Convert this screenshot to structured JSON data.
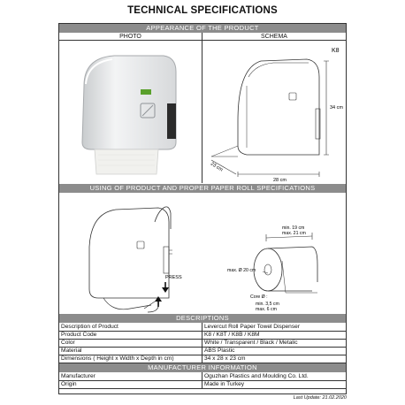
{
  "title": "TECHNICAL SPECIFICATIONS",
  "sections": {
    "appearance": "APPEARANCE OF THE PRODUCT",
    "photo": "PHOTO",
    "schema": "SCHEMA",
    "usage": "USING OF PRODUCT AND PROPER PAPER ROLL SPECIFICATIONS",
    "descriptions": "DESCRIPTIONS",
    "manufacturer_info": "MANUFACTURER INFORMATION"
  },
  "schema": {
    "model": "K8",
    "height": "34 cm",
    "depth": "23 cm",
    "width": "28 cm"
  },
  "usage": {
    "press": "PRESS",
    "min_width": "min. 19 cm",
    "max_width": "max. 21 cm",
    "max_diameter": "max. Ø 20 cm",
    "core": "Core Ø :",
    "core_min": "min. 3,5 cm",
    "core_max": "max. 6 cm"
  },
  "descriptions": [
    {
      "label": "Description of Product",
      "value": "Levercut Roll Paper Towel Dispenser"
    },
    {
      "label": "Product Code",
      "value": "K8 / K8T / K8B / K8M"
    },
    {
      "label": "Color",
      "value": "White / Transparent / Black / Metalic"
    },
    {
      "label": "Material",
      "value": "ABS Plastic"
    },
    {
      "label": "Dimensions ( Height  x Width x Depth in cm)",
      "value": "34 x 28 x 23 cm"
    }
  ],
  "manufacturer": [
    {
      "label": "Manufacturer",
      "value": "Oguzhan Plastics and Moulding Co. Ltd."
    },
    {
      "label": "Origin",
      "value": "Made in Turkey"
    }
  ],
  "last_update": "Last Update: 21.02.2020",
  "colors": {
    "band": "#8c8c8c",
    "brand_badge": "#5aa02c"
  }
}
